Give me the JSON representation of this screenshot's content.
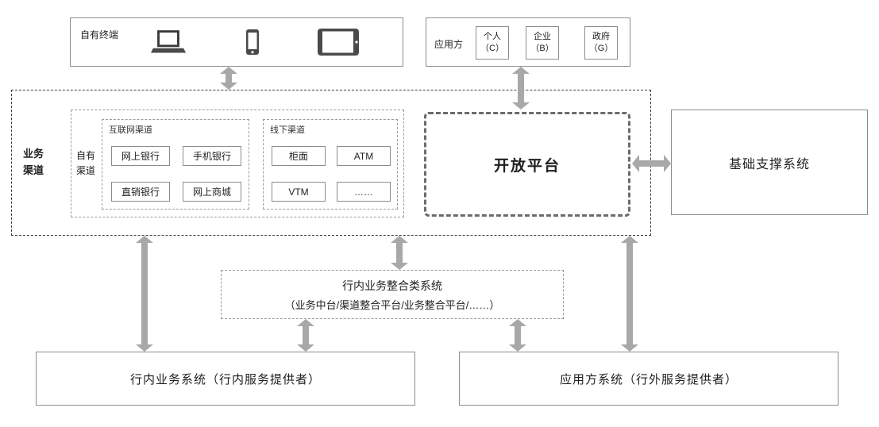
{
  "own_terminals": {
    "label": "自有终端",
    "icons": [
      "laptop-icon",
      "smartphone-icon",
      "tablet-icon"
    ]
  },
  "appliers": {
    "label": "应用方",
    "items": [
      {
        "name": "个人",
        "code": "（C）"
      },
      {
        "name": "企业",
        "code": "（B）"
      },
      {
        "name": "政府",
        "code": "（G）"
      }
    ]
  },
  "business_channels": {
    "label": "业务渠道",
    "own_channels": {
      "label": "自有渠道",
      "internet_channels": {
        "label": "互联网渠道",
        "items": [
          "网上银行",
          "手机银行",
          "直销银行",
          "网上商城"
        ]
      },
      "offline_channels": {
        "label": "线下渠道",
        "items": [
          "柜面",
          "ATM",
          "VTM",
          "……"
        ]
      }
    },
    "open_platform": {
      "label": "开放平台"
    }
  },
  "support_system": {
    "label": "基础支撑系统"
  },
  "integration_system": {
    "title": "行内业务整合类系统",
    "subtitle": "（业务中台/渠道整合平台/业务整合平台/……）"
  },
  "internal_system": {
    "label": "行内业务系统（行内服务提供者）"
  },
  "applier_system": {
    "label": "应用方系统（行外服务提供者）"
  },
  "colors": {
    "arrow": "#a8a8a8",
    "box_border": "#8c8c8c",
    "text": "#1f1f1f"
  }
}
